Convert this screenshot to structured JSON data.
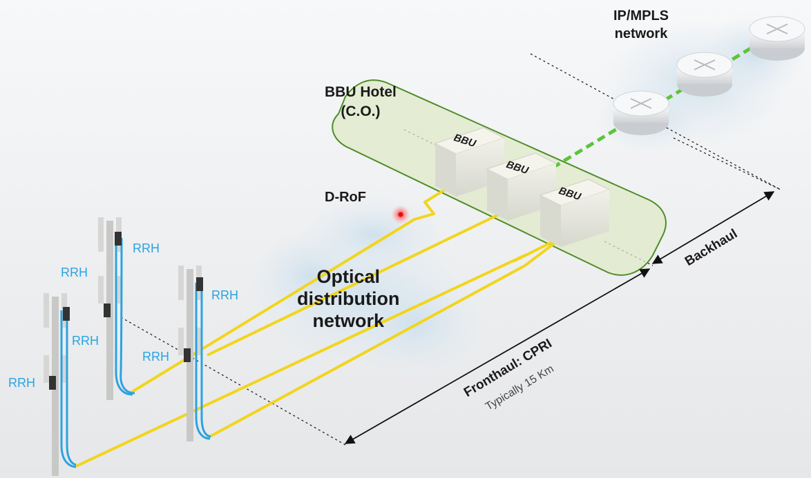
{
  "labels": {
    "ipmpls": "IP/MPLS",
    "ipmpls_line2": "network",
    "bbu_hotel": "BBU Hotel",
    "co": "(C.O.)",
    "drof": "D-RoF",
    "odn_line1": "Optical",
    "odn_line2": "distribution",
    "odn_line3": "network",
    "backhaul": "Backhaul",
    "fronthaul": "Fronthaul: CPRI",
    "typically": "Typically 15 Km"
  },
  "bbu_units": [
    "BBU",
    "BBU",
    "BBU"
  ],
  "rrh_labels": [
    "RRH",
    "RRH",
    "RRH",
    "RRH",
    "RRH",
    "RRH"
  ],
  "colors": {
    "fiber": "#f2d51c",
    "rrh_cable": "#2aa3e0",
    "green_link": "#5cc43a",
    "bbu_hotel_fill": "#dfe9c8",
    "bbu_hotel_stroke": "#4f8c28",
    "cloud": "#d8e6f0",
    "background": "#f2f3f4"
  }
}
